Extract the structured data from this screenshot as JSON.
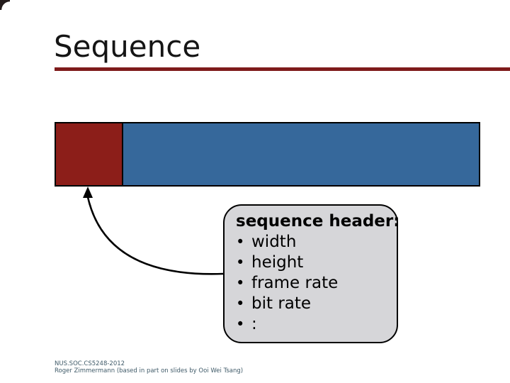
{
  "slide": {
    "title": "Sequence",
    "footer": {
      "line1": "NUS.SOC.CS5248-2012",
      "line2": "Roger Zimmermann (based in part on slides by Ooi Wei Tsang)"
    }
  },
  "diagram": {
    "bar": {
      "red_color": "#8C1E19",
      "blue_color": "#36689B"
    },
    "callout": {
      "title": "sequence header:",
      "bullet": "•",
      "items": [
        "width",
        "height",
        "frame rate",
        "bit rate",
        ":"
      ],
      "fill": "#D6D6D9",
      "border": "#000000"
    }
  },
  "colors": {
    "title_rule": "#7E1B1B",
    "footer_text": "#3F5A68"
  }
}
